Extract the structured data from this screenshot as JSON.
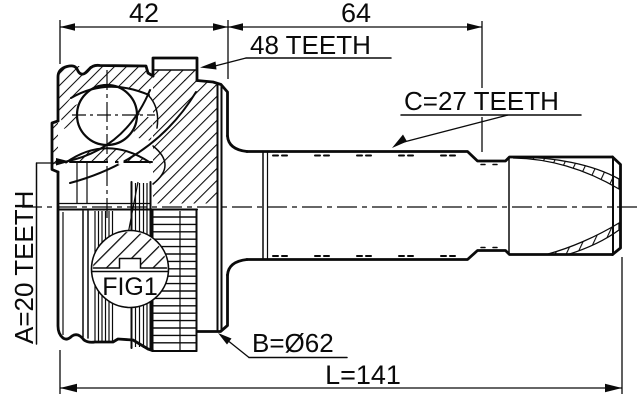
{
  "diagram": {
    "background": "#ffffff",
    "ink": "#0a0a0a",
    "dimensions": {
      "top_left": "42",
      "top_right": "64",
      "overall": "L=141"
    },
    "labels": {
      "outer_teeth": "48 TEETH",
      "shaft_teeth": "C=27 TEETH",
      "inner_teeth": "A=20 TEETH",
      "ring_diameter": "B=Ø62",
      "detail_ref": "FIG1"
    }
  }
}
